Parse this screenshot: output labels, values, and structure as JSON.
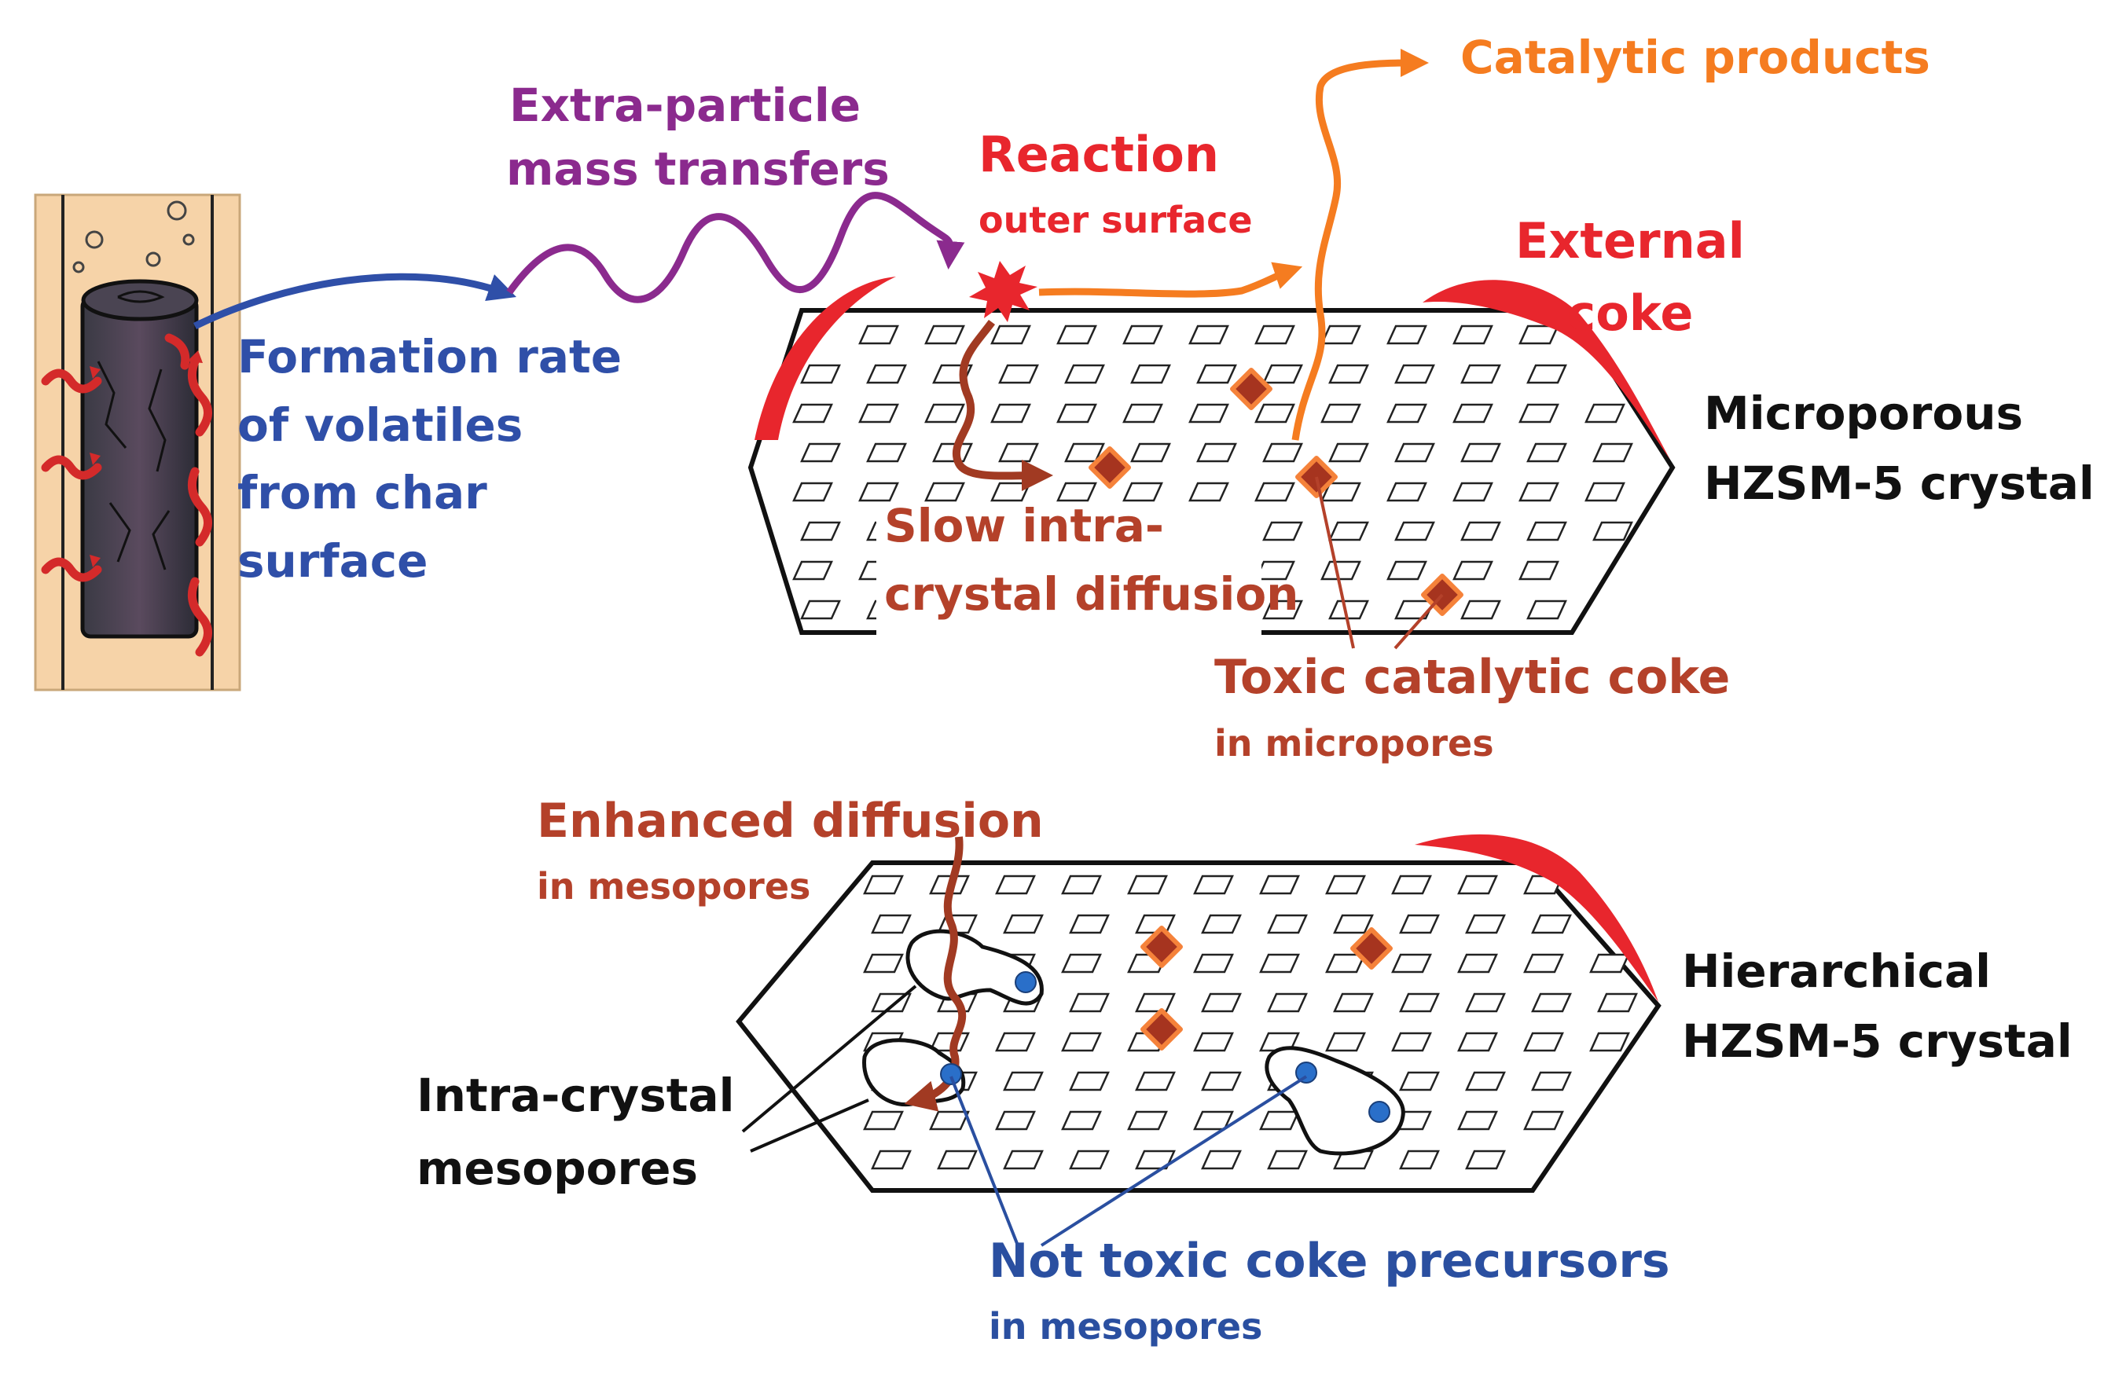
{
  "labels": {
    "formation_rate": [
      "Formation rate",
      "of volatiles",
      "from char",
      "surface"
    ],
    "extra_particle": [
      "Extra-particle",
      "mass transfers"
    ],
    "reaction_title": "Reaction",
    "reaction_sub": "outer surface",
    "catalytic_products": "Catalytic products",
    "external_coke": [
      "External",
      "coke"
    ],
    "microporous": [
      "Microporous",
      "HZSM-5 crystal"
    ],
    "slow_diffusion": [
      "Slow intra-",
      "crystal diffusion"
    ],
    "toxic_coke_title": "Toxic catalytic coke",
    "toxic_coke_sub": "in micropores",
    "enhanced_title": "Enhanced diffusion",
    "enhanced_sub": "in mesopores",
    "hierarchical": [
      "Hierarchical",
      "HZSM-5 crystal"
    ],
    "intra_mesopores": [
      "Intra-crystal",
      "mesopores"
    ],
    "not_toxic_title": "Not toxic coke precursors",
    "not_toxic_sub": "in mesopores"
  },
  "colors": {
    "volatiles": "#2f4fa8",
    "mass_transfer": "#8b2a8e",
    "reaction": "#e8262d",
    "products": "#f57c20",
    "diffusion": "#a13a22",
    "toxic_coke": "#b4412a",
    "coke_precursor": "#2a6fc9",
    "external_coke": "#e8262d"
  }
}
